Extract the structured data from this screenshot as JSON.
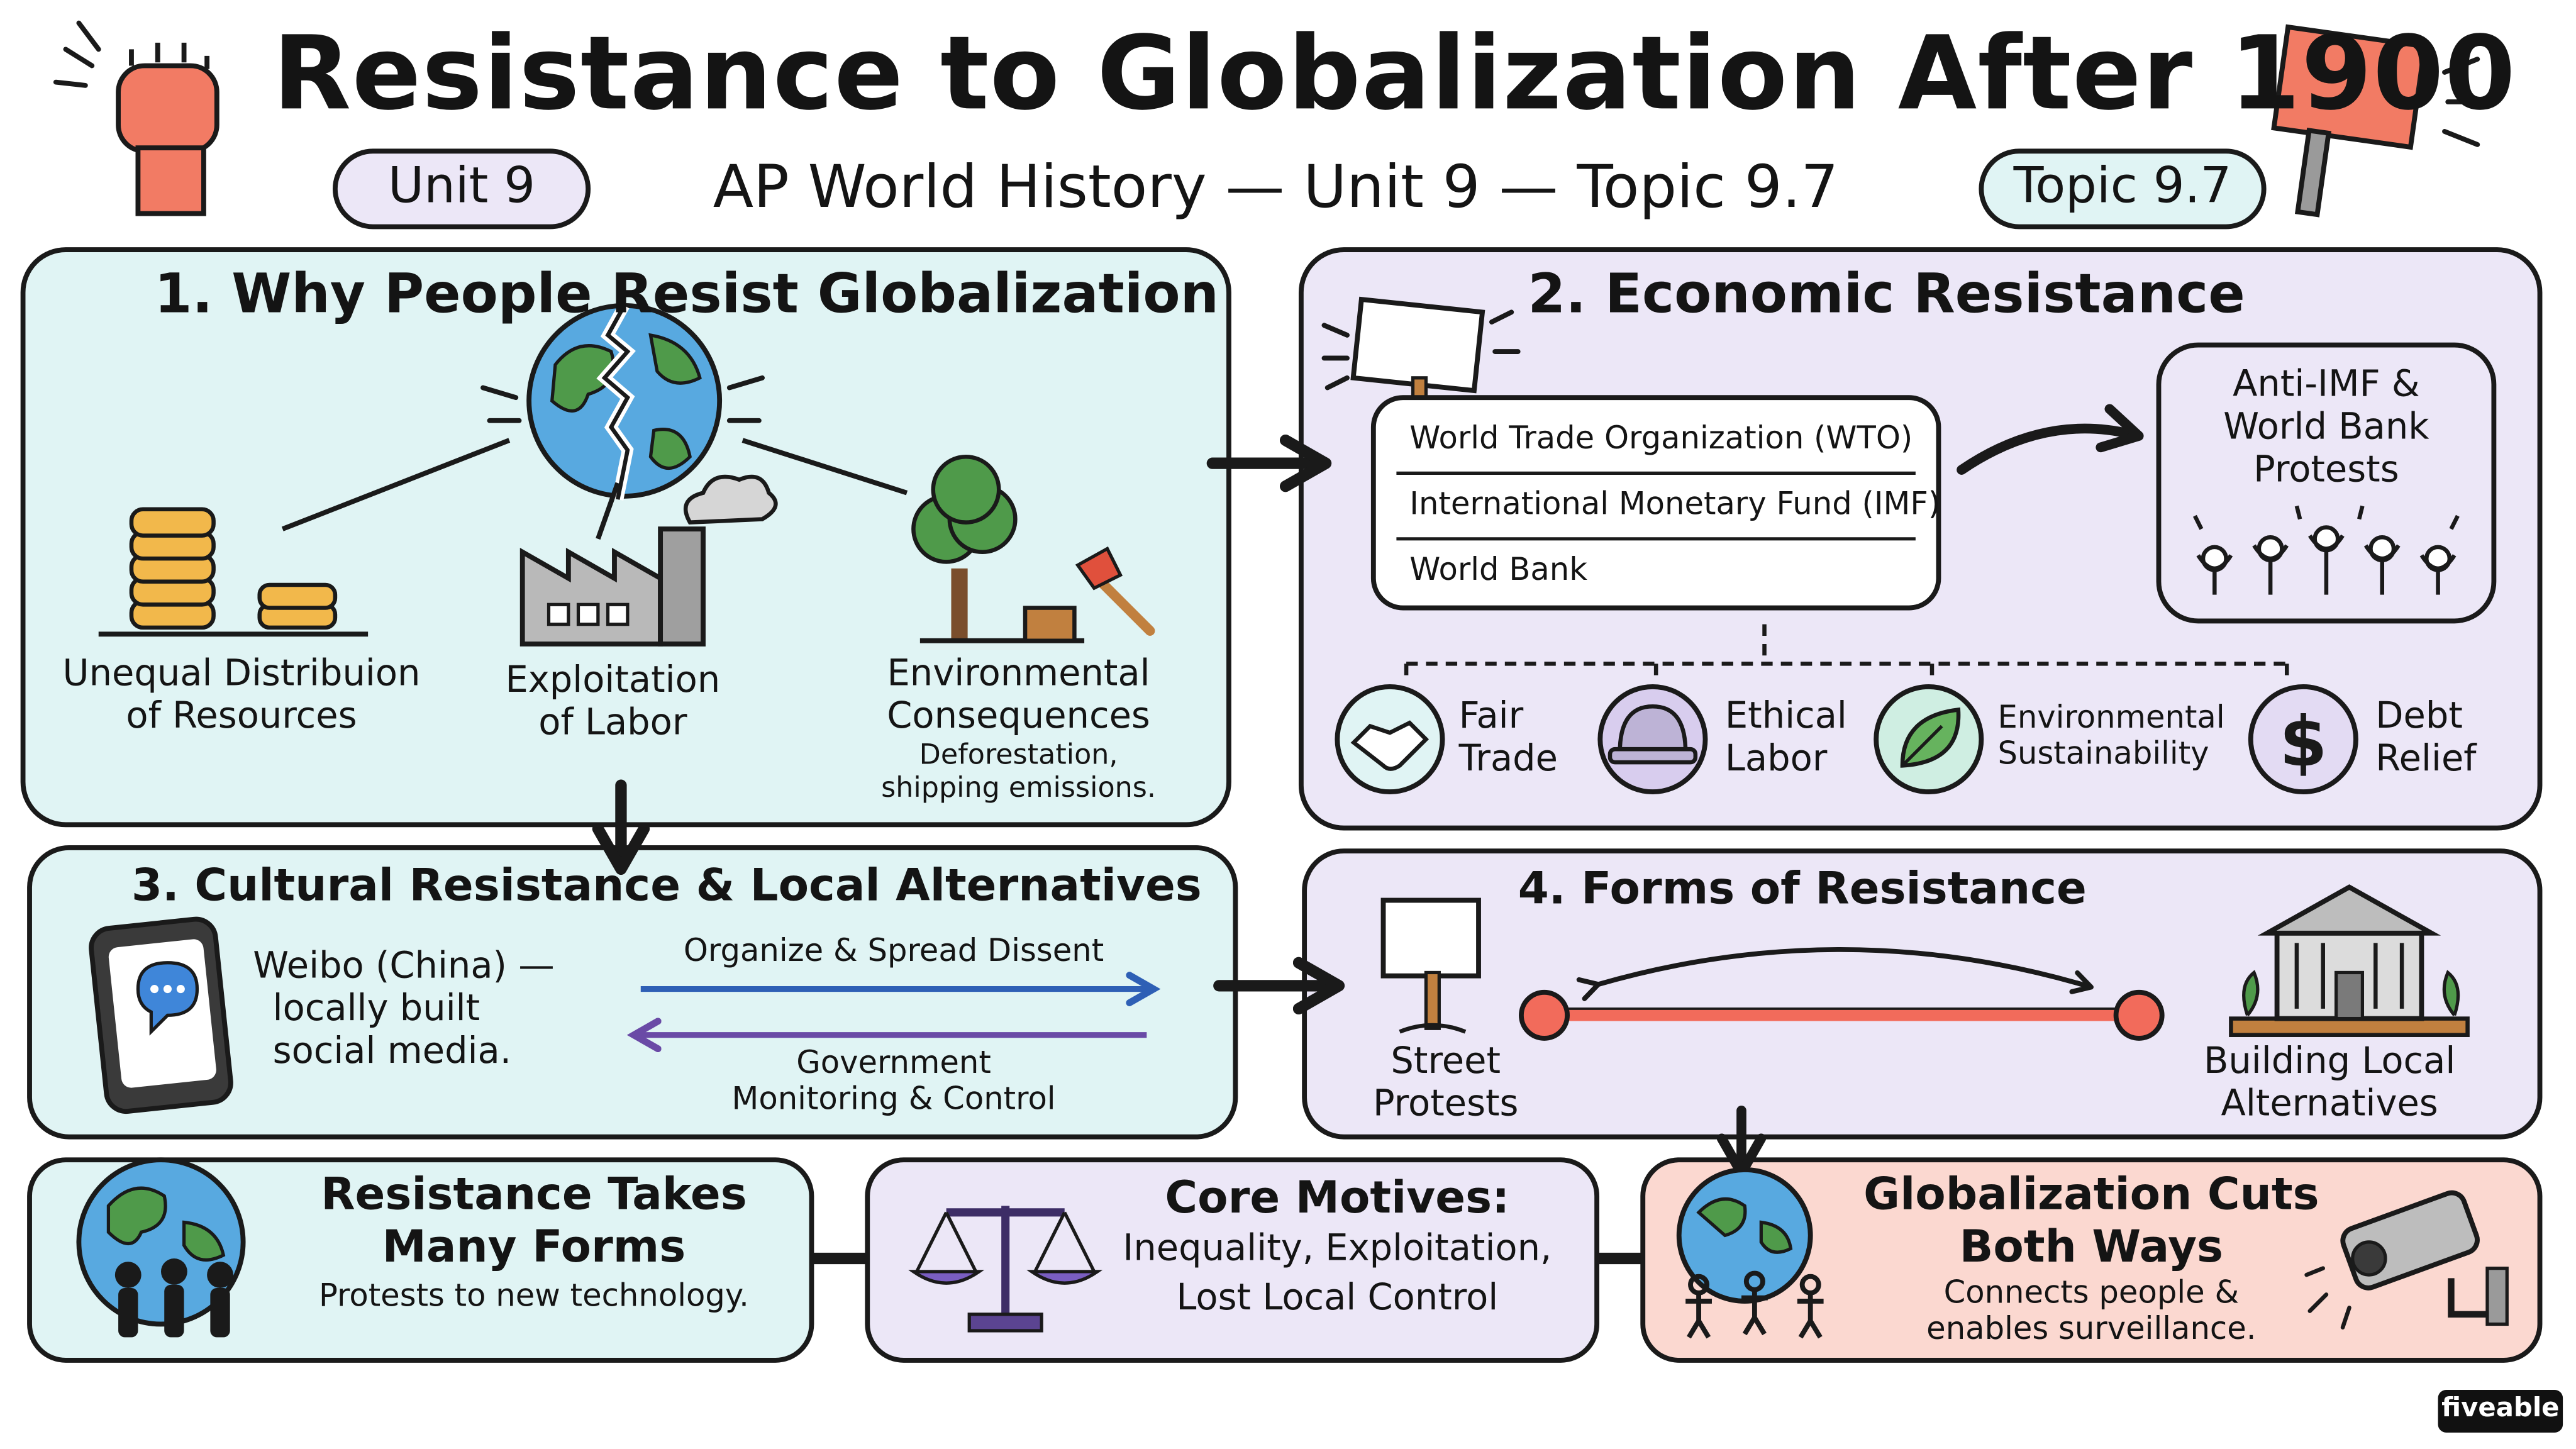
{
  "header": {
    "title": "Resistance to Globalization After 1900",
    "subtitle": "AP World History — Unit 9 — Topic 9.7",
    "unit_badge": "Unit 9",
    "topic_badge": "Topic 9.7"
  },
  "panel1": {
    "heading": "1. Why People Resist Globalization",
    "items": [
      {
        "line1": "Unequal Distribuion",
        "line2": "of Resources"
      },
      {
        "line1": "Exploitation",
        "line2": "of Labor"
      },
      {
        "line1": "Environmental",
        "line2": "Consequences",
        "detail1": "Deforestation,",
        "detail2": "shipping emissions."
      }
    ]
  },
  "panel2": {
    "heading": "2. Economic Resistance",
    "institutions": [
      "World Trade Organization (WTO)",
      "International Monetary Fund (IMF)",
      "World Bank"
    ],
    "protests": [
      "Anti-IMF &",
      "World Bank",
      "Protests"
    ],
    "alternatives": [
      {
        "line1": "Fair",
        "line2": "Trade",
        "icon": "handshake-icon"
      },
      {
        "line1": "Ethical",
        "line2": "Labor",
        "icon": "hard-hat-icon"
      },
      {
        "line1": "Environmental",
        "line2": "Sustainability",
        "icon": "leaf-icon"
      },
      {
        "line1": "Debt",
        "line2": "Relief",
        "icon": "dollar-icon"
      }
    ]
  },
  "panel3": {
    "heading": "3. Cultural Resistance & Local Alternatives",
    "example": [
      "Weibo (China) —",
      "locally built",
      "social media."
    ],
    "arrow_top": "Organize & Spread Dissent",
    "arrow_bottom": [
      "Government",
      "Monitoring & Control"
    ]
  },
  "panel4": {
    "heading": "4. Forms of Resistance",
    "left": [
      "Street",
      "Protests"
    ],
    "right": [
      "Building Local",
      "Alternatives"
    ]
  },
  "summary": {
    "forms": {
      "line1": "Resistance Takes",
      "line2": "Many Forms",
      "detail": "Protests to new technology."
    },
    "motives": {
      "title": "Core Motives:",
      "line1": "Inequality, Exploitation,",
      "line2": "Lost Local Control"
    },
    "cuts": {
      "line1": "Globalization Cuts",
      "line2": "Both Ways",
      "detail1": "Connects people &",
      "detail2": "enables surveillance."
    }
  },
  "brand": "fiveable",
  "colors": {
    "teal_panel": "#e0f4f4",
    "lavender_panel": "#ece7f7",
    "peach_panel": "#fbd8d0",
    "outline": "#1a1a1a",
    "arrow_blue": "#2e5fb5",
    "arrow_purple": "#6a4aa6",
    "slider_red": "#f26b5b"
  }
}
